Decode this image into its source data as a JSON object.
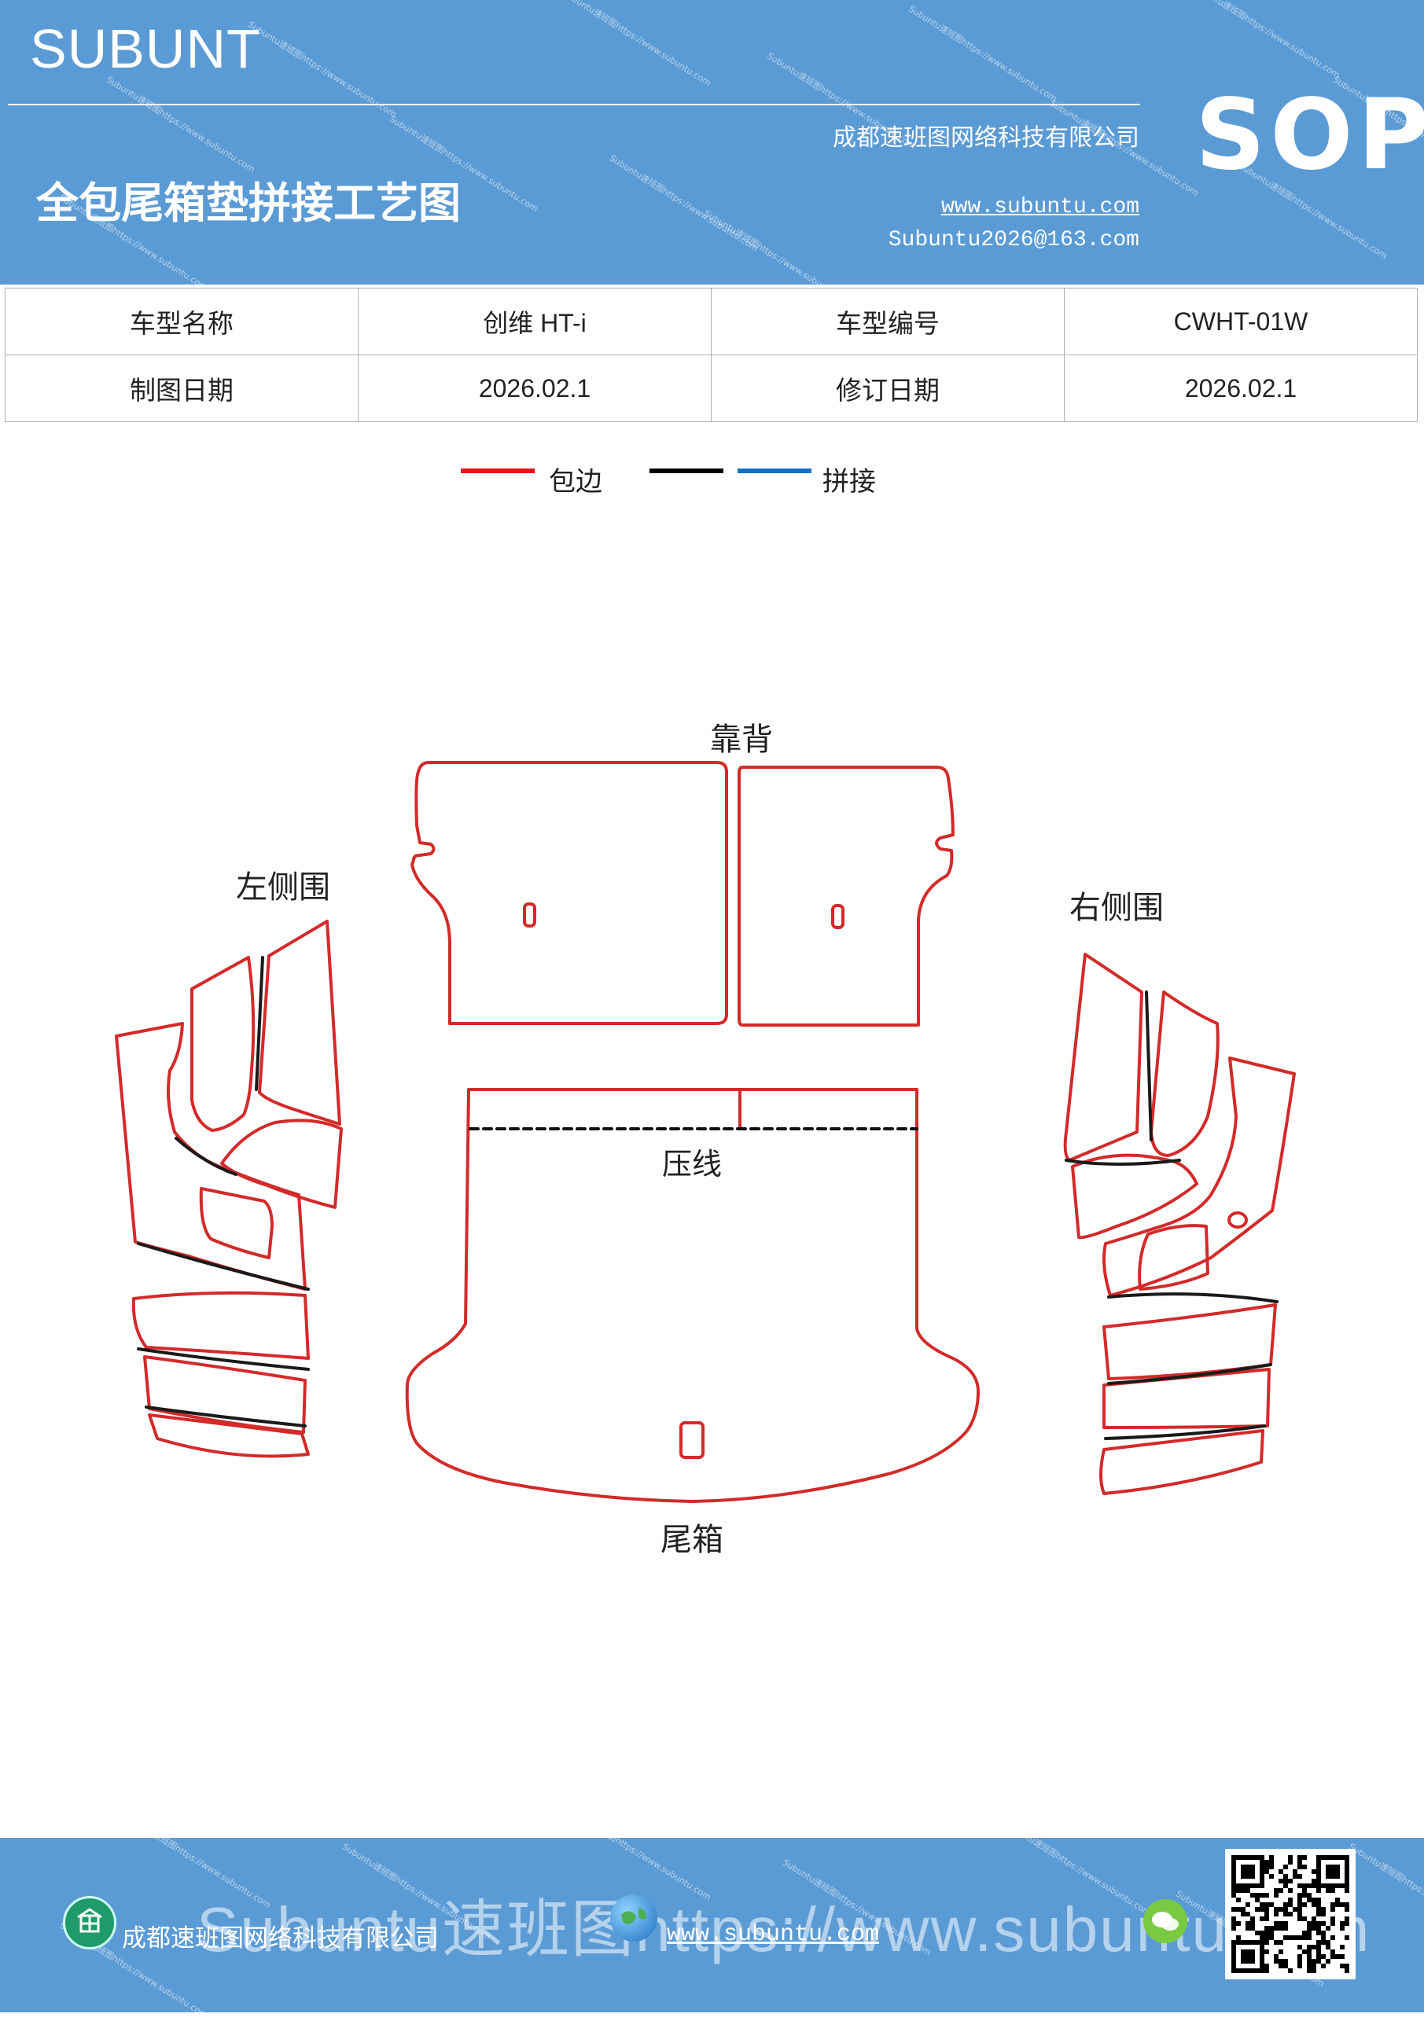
{
  "header": {
    "brand": "SUBUNT",
    "company": "成都速班图网络科技有限公司",
    "title": "全包尾箱垫拼接工艺图",
    "website": "www.subuntu.com",
    "email": "Subuntu2026@163.com",
    "badge": "SOP"
  },
  "info_table": {
    "rows": [
      [
        "车型名称",
        "创维 HT-i",
        "车型编号",
        "CWHT-01W"
      ],
      [
        "制图日期",
        "2026.02.1",
        "修订日期",
        "2026.02.1"
      ]
    ]
  },
  "legend": {
    "items": [
      {
        "label": "包边",
        "color": "#e8141b"
      },
      {
        "label": "",
        "color": "#000000"
      },
      {
        "label": "拼接",
        "color": "#1272c3"
      }
    ]
  },
  "diagram": {
    "labels": {
      "backrest": "靠背",
      "left_side": "左侧围",
      "right_side": "右侧围",
      "press_line": "压线",
      "trunk": "尾箱"
    },
    "colors": {
      "edge": "#d32a2a",
      "seam": "#1a1a1a"
    }
  },
  "footer": {
    "company": "成都速班图网络科技有限公司",
    "website": "www.subuntu.com",
    "watermark": "Subuntu速班图https://www.subuntu.com"
  }
}
